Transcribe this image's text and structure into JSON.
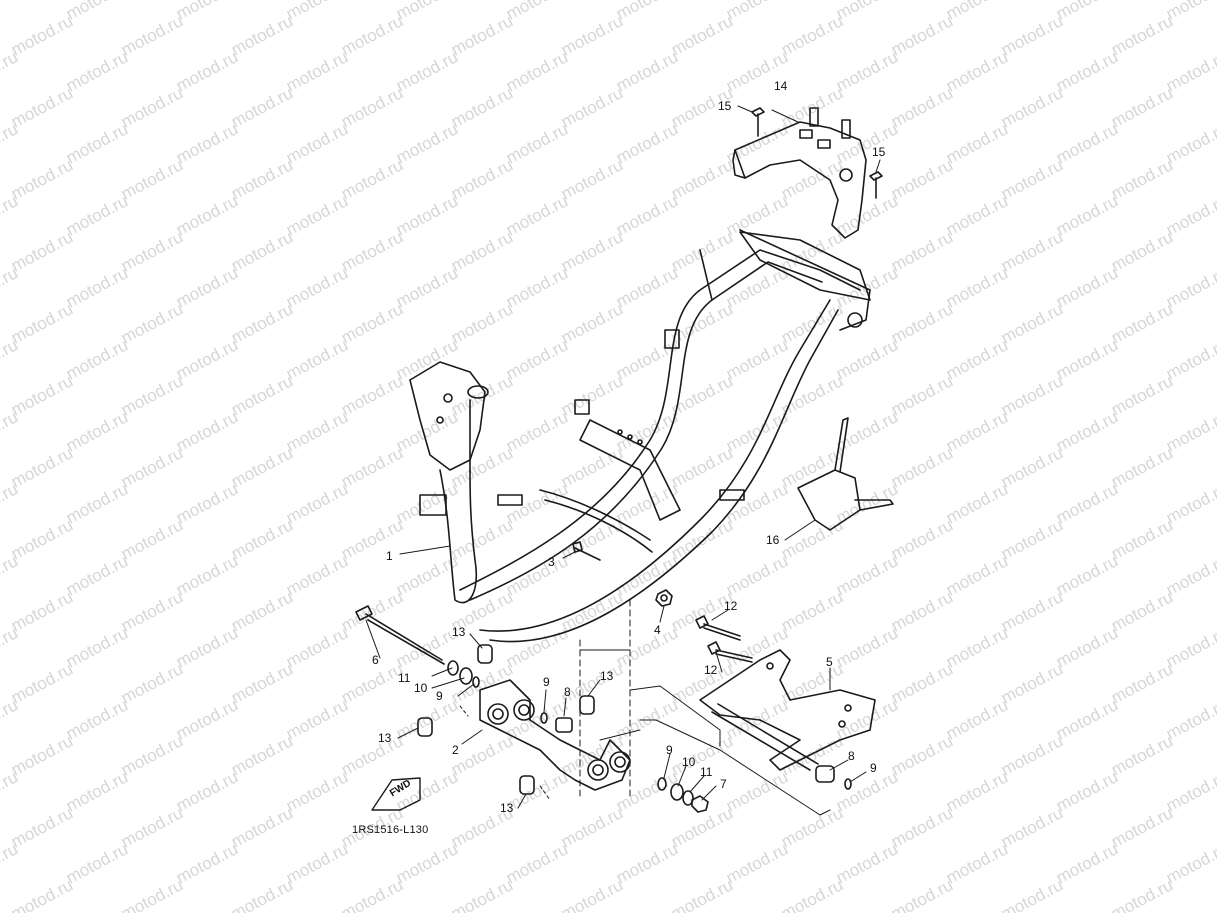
{
  "watermark": {
    "text": "motod.ru",
    "color": "#d6d6d6"
  },
  "diagram": {
    "code": "1RS1516-L130",
    "fwd_label": "FWD",
    "line_color": "#1a1a1a",
    "callouts": [
      {
        "id": "1",
        "text": "1"
      },
      {
        "id": "2",
        "text": "2"
      },
      {
        "id": "3",
        "text": "3"
      },
      {
        "id": "4",
        "text": "4"
      },
      {
        "id": "5",
        "text": "5"
      },
      {
        "id": "6",
        "text": "6"
      },
      {
        "id": "7",
        "text": "7"
      },
      {
        "id": "8a",
        "text": "8"
      },
      {
        "id": "8b",
        "text": "8"
      },
      {
        "id": "9a",
        "text": "9"
      },
      {
        "id": "9b",
        "text": "9"
      },
      {
        "id": "9c",
        "text": "9"
      },
      {
        "id": "9d",
        "text": "9"
      },
      {
        "id": "10a",
        "text": "10"
      },
      {
        "id": "10b",
        "text": "10"
      },
      {
        "id": "11a",
        "text": "11"
      },
      {
        "id": "11b",
        "text": "11"
      },
      {
        "id": "12a",
        "text": "12"
      },
      {
        "id": "12b",
        "text": "12"
      },
      {
        "id": "13a",
        "text": "13"
      },
      {
        "id": "13b",
        "text": "13"
      },
      {
        "id": "13c",
        "text": "13"
      },
      {
        "id": "13d",
        "text": "13"
      },
      {
        "id": "14",
        "text": "14"
      },
      {
        "id": "15a",
        "text": "15"
      },
      {
        "id": "15b",
        "text": "15"
      },
      {
        "id": "16",
        "text": "16"
      }
    ]
  }
}
